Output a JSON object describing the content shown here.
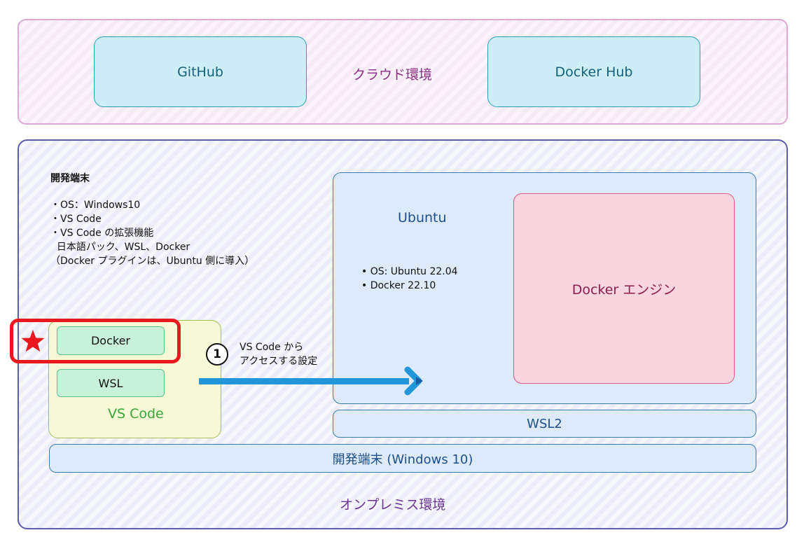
{
  "cloud": {
    "label": "クラウド環境",
    "github": "GitHub",
    "docker_hub": "Docker Hub"
  },
  "onprem": {
    "label": "オンプレミス環境",
    "dev_terminal_notes": {
      "heading": "開発端末",
      "lines": [
        "・OS：Windows10",
        "・VS Code",
        "・VS Code の拡張機能",
        "  日本語パック、WSL、Docker",
        "（Docker プラグインは、Ubuntu 側に導入）"
      ]
    },
    "ubuntu": {
      "title": "Ubuntu",
      "lines": [
        "• OS: Ubuntu 22.04",
        "• Docker 22.10"
      ]
    },
    "docker_engine": "Docker エンジン",
    "wsl2": "WSL2",
    "dev_terminal_bar": "開発端末 (Windows 10)",
    "vscode": {
      "title": "VS Code",
      "docker_ext": "Docker",
      "wsl_ext": "WSL"
    },
    "step": {
      "number": "1",
      "text_line1": "VS Code から",
      "text_line2": "アクセスする設定"
    }
  },
  "colors": {
    "highlight": "#e8181e",
    "arrow": "#2196d8"
  }
}
